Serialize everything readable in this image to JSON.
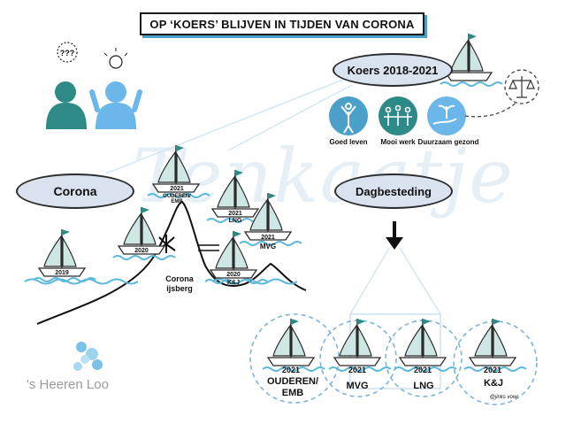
{
  "title": "OP ‘KOERS’ BLIJVEN IN TIJDEN VAN CORONA",
  "watermark": "Tenkaatje",
  "koers": {
    "label": "Koers 2018-2021",
    "pillars": [
      {
        "label": "Goed leven",
        "icon": "person-cheering-icon"
      },
      {
        "label": "Mooi werk",
        "icon": "group-of-people-icon"
      },
      {
        "label": "Duurzaam gezond",
        "icon": "hand-plant-icon"
      }
    ],
    "scale_icon": "balance-scale-icon"
  },
  "corona": {
    "label": "Corona",
    "iceberg_label_line1": "Corona",
    "iceberg_label_line2": "ijsberg"
  },
  "dagbesteding": {
    "label": "Dagbesteding",
    "arrow_icon": "arrow-down-icon"
  },
  "boats_left": [
    {
      "year": "2019",
      "sub": ""
    },
    {
      "year": "2020",
      "sub": ""
    },
    {
      "year": "2021",
      "sub": "OUDEREN/\nEMB"
    },
    {
      "year": "2021",
      "sub": "LNG"
    },
    {
      "year": "2021",
      "sub": "MVG"
    },
    {
      "year": "2020",
      "sub": "K&J"
    }
  ],
  "circles": [
    {
      "year": "2021",
      "label_line1": "OUDEREN/",
      "label_line2": "EMB"
    },
    {
      "year": "2021",
      "label_line1": "MVG",
      "label_line2": ""
    },
    {
      "year": "2021",
      "label_line1": "LNG",
      "label_line2": ""
    },
    {
      "year": "2021",
      "label_line1": "K&J",
      "label_line2": ""
    }
  ],
  "signature": "@jinks vowr",
  "logo": {
    "text": "'s Heeren Loo"
  },
  "colors": {
    "accent_blue": "#4aa0c8",
    "teal": "#2e8a86",
    "light_blue_pill": "#d9e3ef",
    "boat_teal": "#cfe7e4",
    "water": "#5cb9d9"
  }
}
